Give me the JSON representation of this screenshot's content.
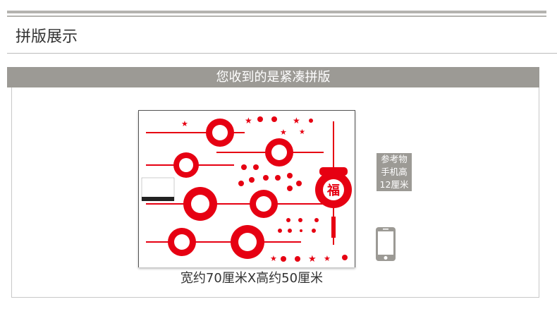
{
  "section_title": "拼版展示",
  "banner_title": "您收到的是紧凑拼版",
  "size_caption": "宽约70厘米X高约50厘米",
  "reference": {
    "line1": "参考物",
    "line2": "手机高",
    "line3": "12厘米",
    "icon": "phone-icon"
  },
  "product_image": {
    "center_character": "福"
  },
  "colors": {
    "accent": "#e60012",
    "bar": "#9c9a95",
    "rule": "#b4b3af"
  }
}
